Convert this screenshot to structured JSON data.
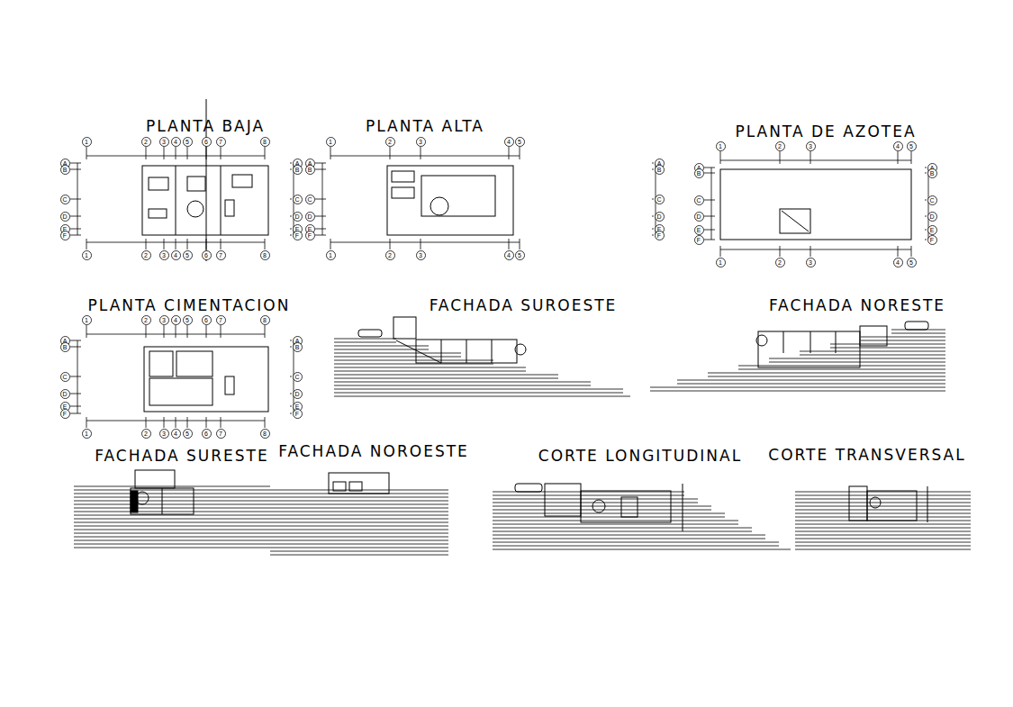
{
  "diagram": {
    "nodes": [
      {
        "text": [
          "1"
        ]
      },
      {
        "text": [
          "2"
        ]
      },
      {
        "text": [
          "3"
        ]
      },
      {
        "text": [
          "4"
        ]
      },
      {
        "text": [
          "5"
        ]
      },
      {
        "text": [
          "6"
        ]
      },
      {
        "text": [
          "7"
        ]
      },
      {
        "text": [
          "8"
        ]
      },
      {
        "text": [
          "1"
        ]
      },
      {
        "text": [
          "2"
        ]
      },
      {
        "text": [
          "3"
        ]
      },
      {
        "text": [
          "4"
        ]
      },
      {
        "text": [
          "5"
        ]
      },
      {
        "text": [
          "6"
        ]
      },
      {
        "text": [
          "7"
        ]
      },
      {
        "text": [
          "8"
        ]
      },
      {
        "text": [
          "A"
        ]
      },
      {
        "text": [
          "B"
        ]
      },
      {
        "text": [
          "C"
        ]
      },
      {
        "text": [
          "D"
        ]
      },
      {
        "text": [
          "E"
        ]
      },
      {
        "text": [
          "F"
        ]
      },
      {
        "text": [
          "A"
        ]
      },
      {
        "text": [
          "B"
        ]
      },
      {
        "text": [
          "C"
        ]
      },
      {
        "text": [
          "D"
        ]
      },
      {
        "text": [
          "E"
        ]
      },
      {
        "text": [
          "F"
        ]
      },
      {
        "text": [
          "1"
        ]
      },
      {
        "text": [
          "2"
        ]
      },
      {
        "text": [
          "3"
        ]
      },
      {
        "text": [
          "4"
        ]
      },
      {
        "text": [
          "5"
        ]
      },
      {
        "text": [
          "1"
        ]
      },
      {
        "text": [
          "2"
        ]
      },
      {
        "text": [
          "3"
        ]
      },
      {
        "text": [
          "4"
        ]
      },
      {
        "text": [
          "5"
        ]
      },
      {
        "text": [
          "A"
        ]
      },
      {
        "text": [
          "B"
        ]
      },
      {
        "text": [
          "C"
        ]
      },
      {
        "text": [
          "D"
        ]
      },
      {
        "text": [
          "E"
        ]
      },
      {
        "text": [
          "F"
        ]
      },
      {
        "text": [
          "A"
        ]
      },
      {
        "text": [
          "B"
        ]
      },
      {
        "text": [
          "C"
        ]
      },
      {
        "text": [
          "D"
        ]
      },
      {
        "text": [
          "E"
        ]
      },
      {
        "text": [
          "F"
        ]
      },
      {
        "text": [
          "1"
        ]
      },
      {
        "text": [
          "2"
        ]
      },
      {
        "text": [
          "3"
        ]
      },
      {
        "text": [
          "4"
        ]
      },
      {
        "text": [
          "5"
        ]
      },
      {
        "text": [
          "1"
        ]
      },
      {
        "text": [
          "2"
        ]
      },
      {
        "text": [
          "3"
        ]
      },
      {
        "text": [
          "4"
        ]
      },
      {
        "text": [
          "5"
        ]
      },
      {
        "text": [
          "A"
        ]
      },
      {
        "text": [
          "B"
        ]
      },
      {
        "text": [
          "C"
        ]
      },
      {
        "text": [
          "D"
        ]
      },
      {
        "text": [
          "E"
        ]
      },
      {
        "text": [
          "F"
        ]
      },
      {
        "text": [
          "A"
        ]
      },
      {
        "text": [
          "B"
        ]
      },
      {
        "text": [
          "C"
        ]
      },
      {
        "text": [
          "D"
        ]
      },
      {
        "text": [
          "E"
        ]
      },
      {
        "text": [
          "F"
        ]
      },
      {
        "text": [
          "1"
        ]
      },
      {
        "text": [
          "2"
        ]
      },
      {
        "text": [
          "3"
        ]
      },
      {
        "text": [
          "4"
        ]
      },
      {
        "text": [
          "5"
        ]
      },
      {
        "text": [
          "6"
        ]
      },
      {
        "text": [
          "7"
        ]
      },
      {
        "text": [
          "8"
        ]
      },
      {
        "text": [
          "1"
        ]
      },
      {
        "text": [
          "2"
        ]
      },
      {
        "text": [
          "3"
        ]
      },
      {
        "text": [
          "4"
        ]
      },
      {
        "text": [
          "5"
        ]
      },
      {
        "text": [
          "6"
        ]
      },
      {
        "text": [
          "7"
        ]
      },
      {
        "text": [
          "8"
        ]
      },
      {
        "text": [
          "A"
        ]
      },
      {
        "text": [
          "B"
        ]
      },
      {
        "text": [
          "C"
        ]
      },
      {
        "text": [
          "D"
        ]
      },
      {
        "text": [
          "E"
        ]
      },
      {
        "text": [
          "F"
        ]
      },
      {
        "text": [
          "A"
        ]
      },
      {
        "text": [
          "B"
        ]
      },
      {
        "text": [
          "C"
        ]
      },
      {
        "text": [
          "D"
        ]
      },
      {
        "text": [
          "E"
        ]
      },
      {
        "text": [
          "F"
        ]
      }
    ],
    "labels": [
      "PLANTA BAJA",
      "PLANTA ALTA",
      "PLANTA DE AZOTEA",
      "PLANTA CIMENTACION",
      "FACHADA SUROESTE",
      "FACHADA NORESTE",
      "FACHADA SURESTE",
      "FACHADA NOROESTE",
      "CORTE LONGITUDINAL",
      "CORTE TRANSVERSAL"
    ]
  }
}
